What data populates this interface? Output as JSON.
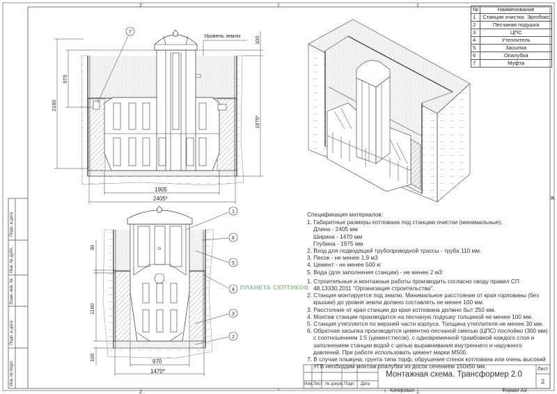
{
  "sheet": {
    "zone_top": [
      "2",
      "1"
    ],
    "zone_bottom": [
      "2",
      "1"
    ],
    "zone_right": "A",
    "stamp_column": [
      "Подп. и дата",
      "Инв. № дубл.",
      "Взам. инв. №",
      "Подп. и дата",
      "Инв. № подл."
    ]
  },
  "parts_table": {
    "header": {
      "no": "№",
      "name": "Наименование"
    },
    "rows": [
      {
        "no": "1",
        "name": "Станция очистки. Эргобокс"
      },
      {
        "no": "2",
        "name": "Песчаная подушка"
      },
      {
        "no": "3",
        "name": "ЦПС"
      },
      {
        "no": "4",
        "name": "Утеплитель"
      },
      {
        "no": "5",
        "name": "Засыпка"
      },
      {
        "no": "6",
        "name": "Опалубка"
      },
      {
        "no": "7",
        "name": "Муфта"
      }
    ]
  },
  "front_view": {
    "ground_label": "Уровень земли",
    "dims": {
      "d100": "100",
      "d975": "975",
      "d2160": "2160",
      "d1975": "1975*",
      "d1905": "1905",
      "d2405": "2405*"
    },
    "balloon": "7"
  },
  "section_view": {
    "dims": {
      "d30": "30",
      "d1160": "1160",
      "d100": "100",
      "d970": "970",
      "d1470": "1470*"
    },
    "balloons": [
      "1",
      "6",
      "5",
      "4",
      "3",
      "2"
    ]
  },
  "watermark": "ПЛАНЕТА СЕПТИКОВ",
  "spec": {
    "heading": "Спецификация материалов:",
    "materials": [
      "1. Габаритные размеры котлована под станцию очистки (минимальные):",
      "Длина - 2405 мм",
      "Ширина - 1470 мм",
      "Глубина - 1975 мм",
      "2. Вход для подводящей трубопроводной трассы - труба 110 мм.",
      "3. Песок - не менее 1,9 м3",
      "4. Цемент - не менее 500 кг",
      "5. Вода (для заполнения станции) - не менее 2 м3"
    ],
    "notes": [
      "1. Строительные и монтажные работы производить согласно своду правил СП 48.13330.2011 \"Организация строительства\".",
      "2. Станция монтируется под землю. Минимальное расстояние от края горловины (без крышки) до уровня земли должно составлять не менее 100 мм.",
      "3. Расстояние от края станции до края котлована должно быт 250 мм.",
      "4. Монтаж станции производится на песчаную подушку толщиной не менее 100 мм.",
      "5. Станция утепляется по верхней части корпуса. Толщина утеплителя не менее 30 мм.",
      "6. Обратная засыпка производится цементно-песчаной смесью (ЦПС) послойно (300 мм) с соотношением 1:5 (цемент:песок), с одновременной трамбовкой каждого слоя и заполнением станции водой с целью выравнивания внутреннего и наружного давлений. При работе использовать цемент марки М500.",
      "7. В случае плывуна, грунта типа торф, обрушения стенок котлована или очень высокий УГВ необходим монтаж опалубки из досок сечением 150х50 мм."
    ]
  },
  "title_block": {
    "title": "Монтажная схема. Трансформер 2.0",
    "cols": [
      "Изм.",
      "Лист",
      "№ докум.",
      "Подп.",
      "Дата"
    ],
    "sheet_label": "Лист",
    "sheet_no": "2",
    "copied": "Копировал",
    "format": "Формат А3"
  }
}
